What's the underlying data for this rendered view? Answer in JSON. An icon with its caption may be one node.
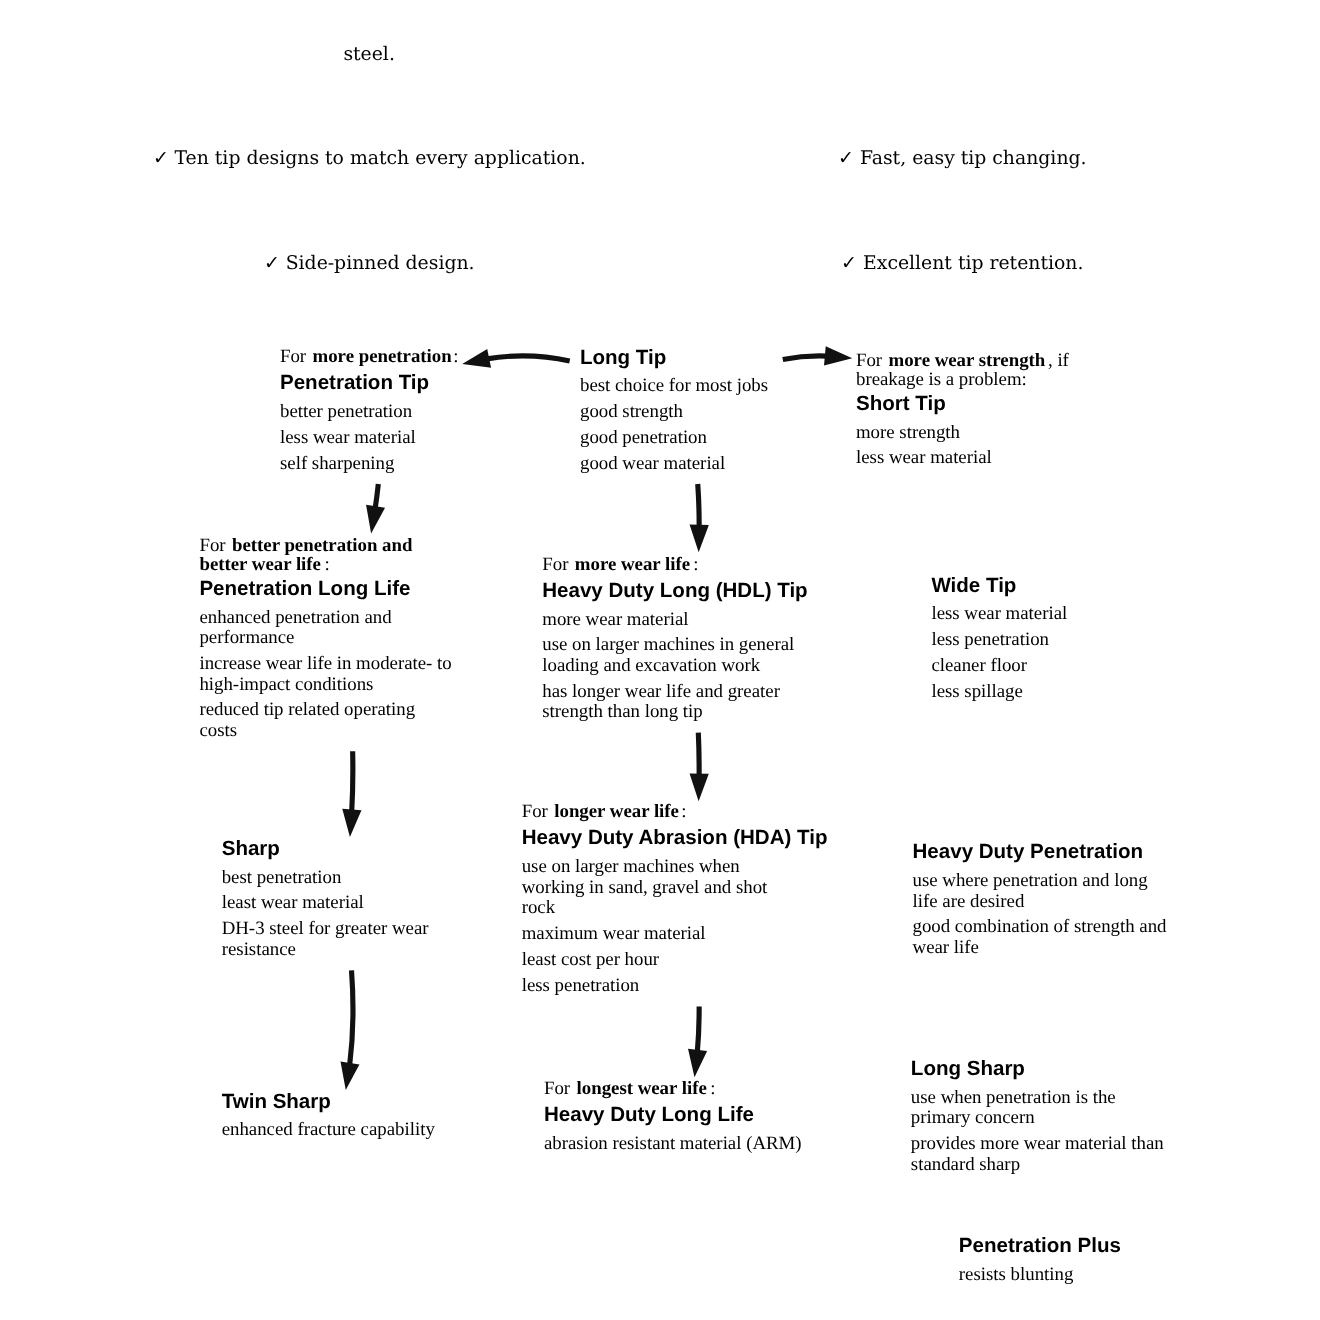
{
  "diagram": {
    "nodes": [
      {
        "text": [
          "Long Tip",
          "best choice for most jobs",
          "good strength",
          "good penetration",
          "good wear material"
        ]
      },
      {
        "text": [
          "For **more penetration**:",
          "Penetration Tip",
          "better penetration",
          "less wear material",
          "self sharpening"
        ]
      },
      {
        "text": [
          "For **more wear strength**, if breakage is a problem:",
          "Short Tip",
          "more strength",
          "less wear material"
        ]
      },
      {
        "text": [
          "For **more wear life**:",
          "Heavy Duty Long (HDL) Tip",
          "more wear material",
          "use on larger machines in general loading and excavation work",
          "has longer wear life and greater strength than long tip"
        ]
      },
      {
        "text": [
          "For **better penetration and better wear life**:",
          "Penetration Long Life",
          "enhanced penetration and performance",
          "increase wear life in moderate- to high-impact conditions",
          "reduced tip related operating costs"
        ]
      },
      {
        "text": [
          "Wide Tip",
          "less wear material",
          "less penetration",
          "cleaner floor",
          "less spillage"
        ]
      },
      {
        "text": [
          "For **longer wear life**:",
          "Heavy Duty Abrasion (HDA) Tip",
          "use on larger machines when working in sand, gravel and shot rock",
          "maximum wear material",
          "least cost per hour",
          "less penetration"
        ]
      },
      {
        "text": [
          "Heavy Duty Penetration",
          "use where penetration and long life are desired",
          "good combination of strength and wear life"
        ]
      },
      {
        "text": [
          "Sharp",
          "best penetration",
          "least wear material",
          "DH-3 steel for greater wear resistance"
        ]
      },
      {
        "text": [
          "Long Sharp",
          "use when penetration is the primary concern",
          "provides more wear material than standard sharp"
        ]
      },
      {
        "text": [
          "For **longest wear life**:",
          "Heavy Duty Long Life",
          "abrasion resistant material (ARM)"
        ]
      },
      {
        "text": [
          "Twin Sharp",
          "enhanced fracture capability"
        ]
      },
      {
        "text": [
          "Penetration Plus",
          "resists blunting"
        ]
      }
    ],
    "edges": [
      {
        "from": 0,
        "to": 1,
        "arrow": "to"
      },
      {
        "from": 0,
        "to": 2,
        "arrow": "to"
      },
      {
        "from": 0,
        "to": 3,
        "arrow": "to"
      },
      {
        "from": 1,
        "to": 4,
        "arrow": "to"
      },
      {
        "from": 4,
        "to": 8,
        "arrow": "to"
      },
      {
        "from": 8,
        "to": 11,
        "arrow": "to"
      },
      {
        "from": 3,
        "to": 6,
        "arrow": "to"
      },
      {
        "from": 6,
        "to": 10,
        "arrow": "to"
      }
    ],
    "labels": [
      "steel.",
      "✓ Ten tip designs to match every application.",
      "✓ Side-pinned design.",
      "✓ Fast, easy tip changing.",
      "✓ Excellent tip retention."
    ]
  }
}
